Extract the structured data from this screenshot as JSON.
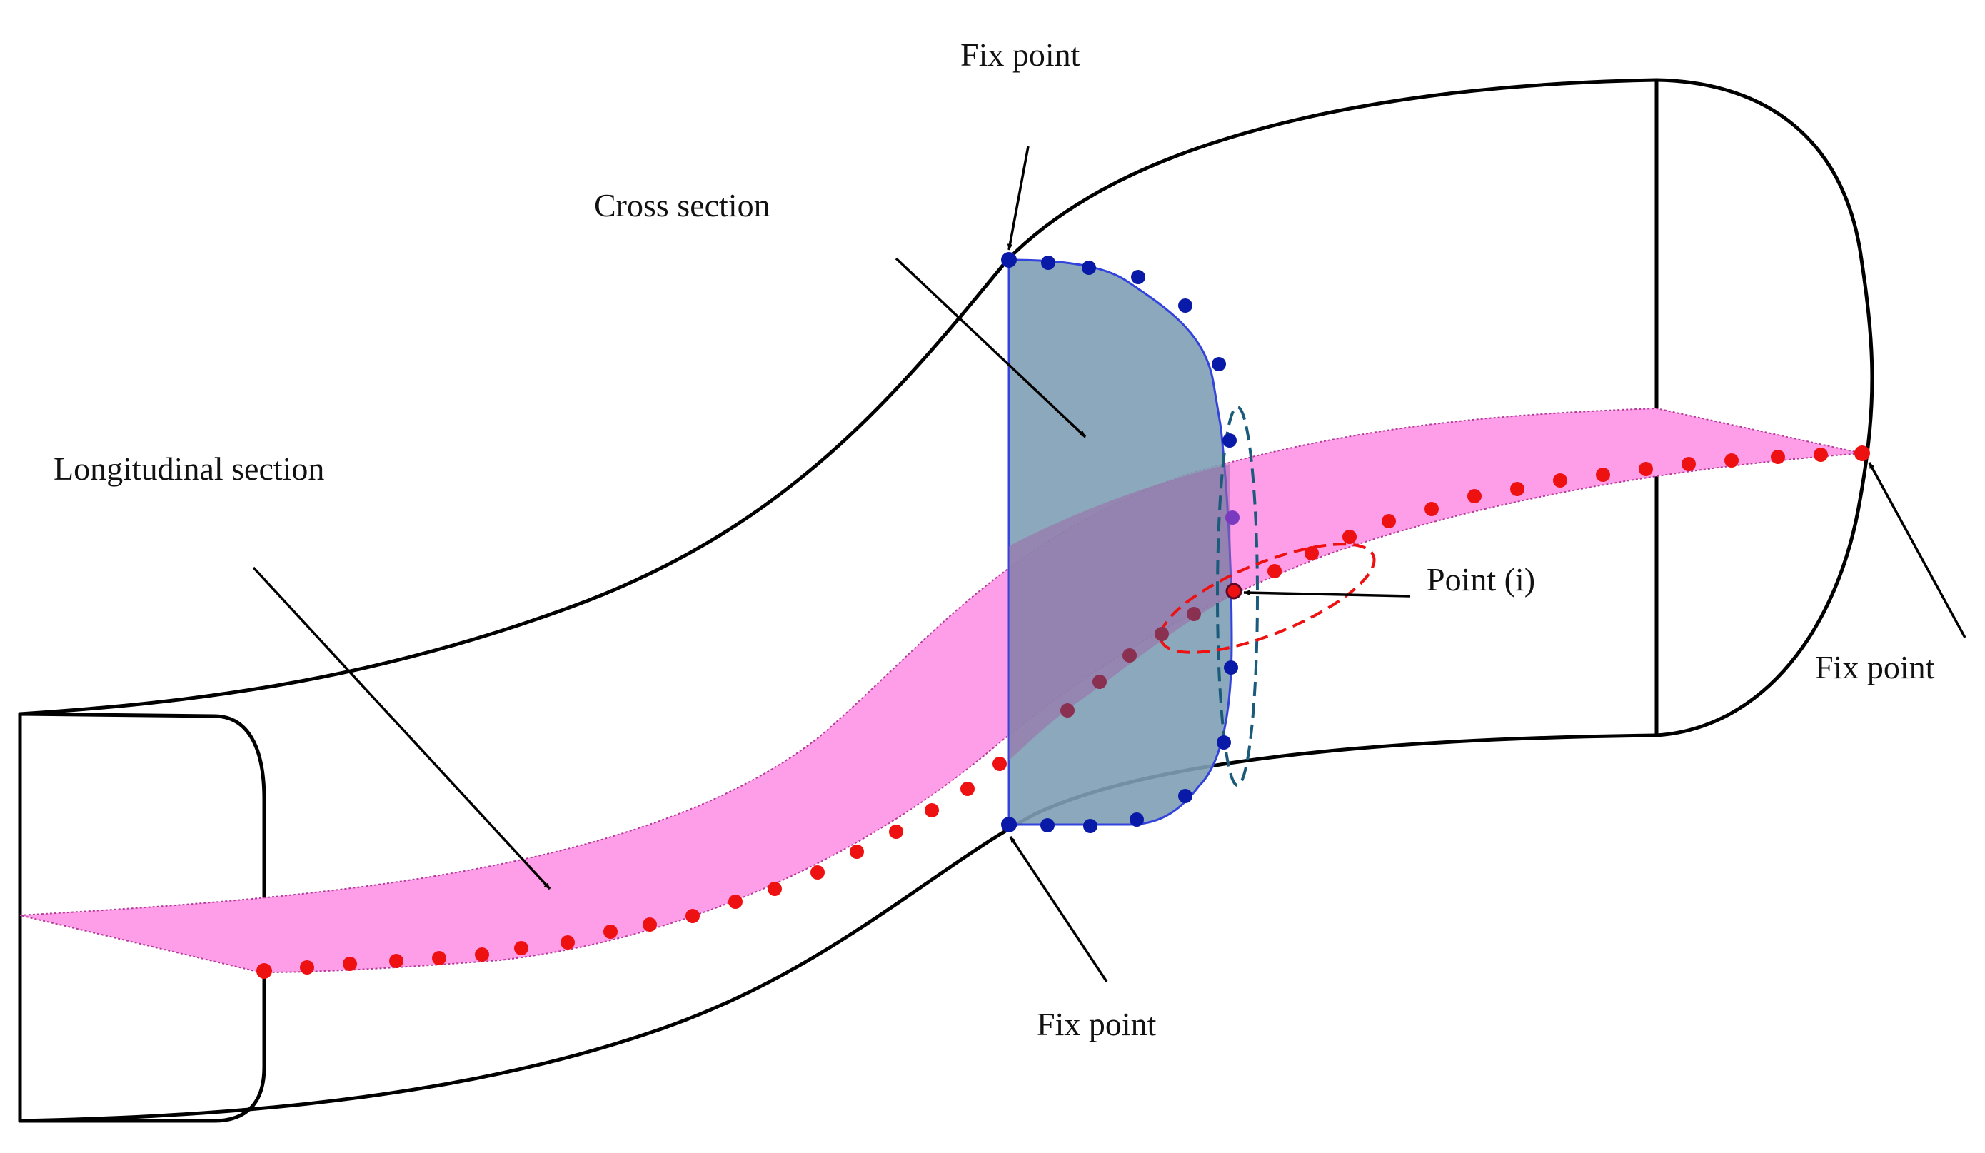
{
  "labels": {
    "fix_point_top": "Fix point",
    "cross_section": "Cross section",
    "longitudinal_section": "Longitudinal section",
    "point_i": "Point (i)",
    "fix_point_right": "Fix point",
    "fix_point_bottom": "Fix point"
  },
  "colors": {
    "outline": "#000000",
    "cross_section_fill": "#7f9fb5",
    "longitudinal_fill": "#ff9ee8",
    "cross_section_points": "#0a1aa8",
    "longitudinal_points": "#ee1111",
    "overlap_points": "#8a3050",
    "highlight_ellipse_red": "#ee1111",
    "highlight_ellipse_blue": "#1a5a7a"
  }
}
